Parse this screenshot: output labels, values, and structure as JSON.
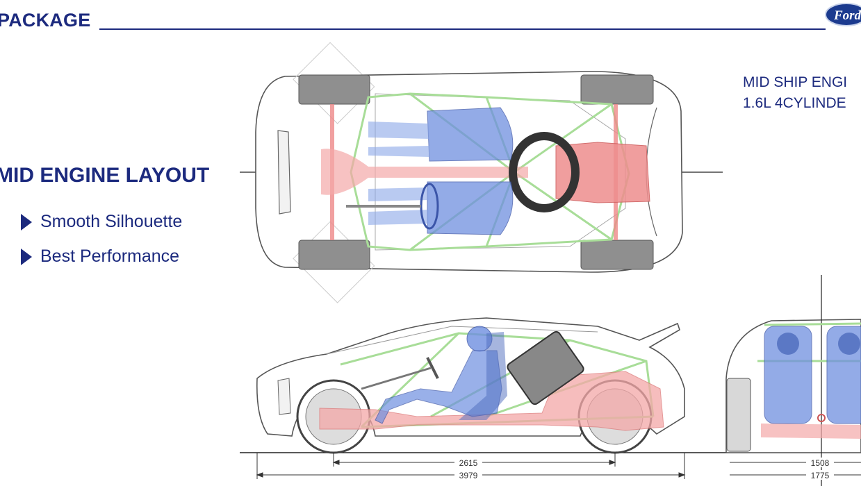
{
  "header": {
    "title": "PACKAGE",
    "logo_text": "Ford",
    "rule_color": "#1c2a7e"
  },
  "left_panel": {
    "heading": "MID ENGINE LAYOUT",
    "bullets": [
      "Smooth Silhouette",
      "Best Performance"
    ]
  },
  "engine_note": {
    "line1": "MID SHIP ENGI",
    "line2": "1.6L 4CYLINDE"
  },
  "dimensions": {
    "wheelbase": "2615",
    "length": "3979",
    "track": "1508",
    "width": "1775"
  },
  "colors": {
    "accent": "#1c2a7e",
    "driver_blue": "#5b7fd6",
    "engine_red": "#e76b6b",
    "roll_cage_green": "#9fd88f"
  },
  "icons": {
    "bullet": "triangle-right-icon",
    "logo": "ford-oval-logo"
  }
}
